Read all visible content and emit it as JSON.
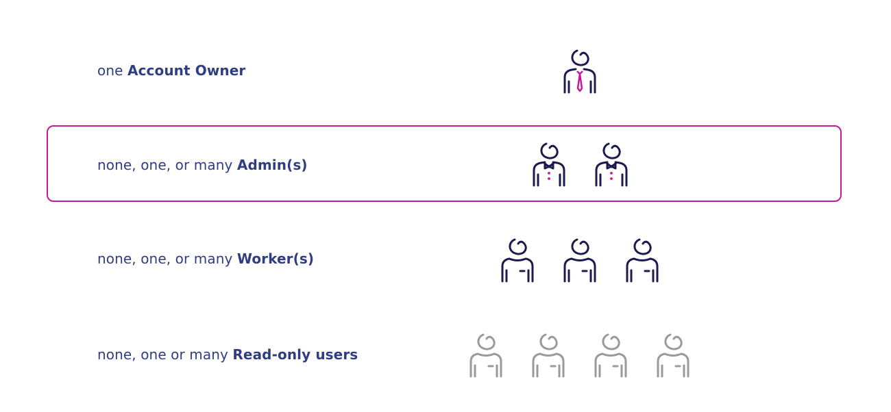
{
  "colors": {
    "text": "#2f3d84",
    "icon_dark": "#1c1a4f",
    "icon_accent": "#c2189a",
    "icon_muted": "#9a9a9a",
    "highlight_border": "#c2189a"
  },
  "rows": [
    {
      "prefix": "one ",
      "role": "Account Owner",
      "icon_name": "account-owner-icon",
      "icon_count": 1
    },
    {
      "prefix": "none, one, or many ",
      "role": "Admin(s)",
      "icon_name": "admin-icon",
      "icon_count": 2,
      "highlighted": true
    },
    {
      "prefix": "none, one, or many ",
      "role": "Worker(s)",
      "icon_name": "worker-icon",
      "icon_count": 3
    },
    {
      "prefix": "none, one or many ",
      "role": "Read-only users",
      "icon_name": "read-only-user-icon",
      "icon_count": 4
    }
  ]
}
